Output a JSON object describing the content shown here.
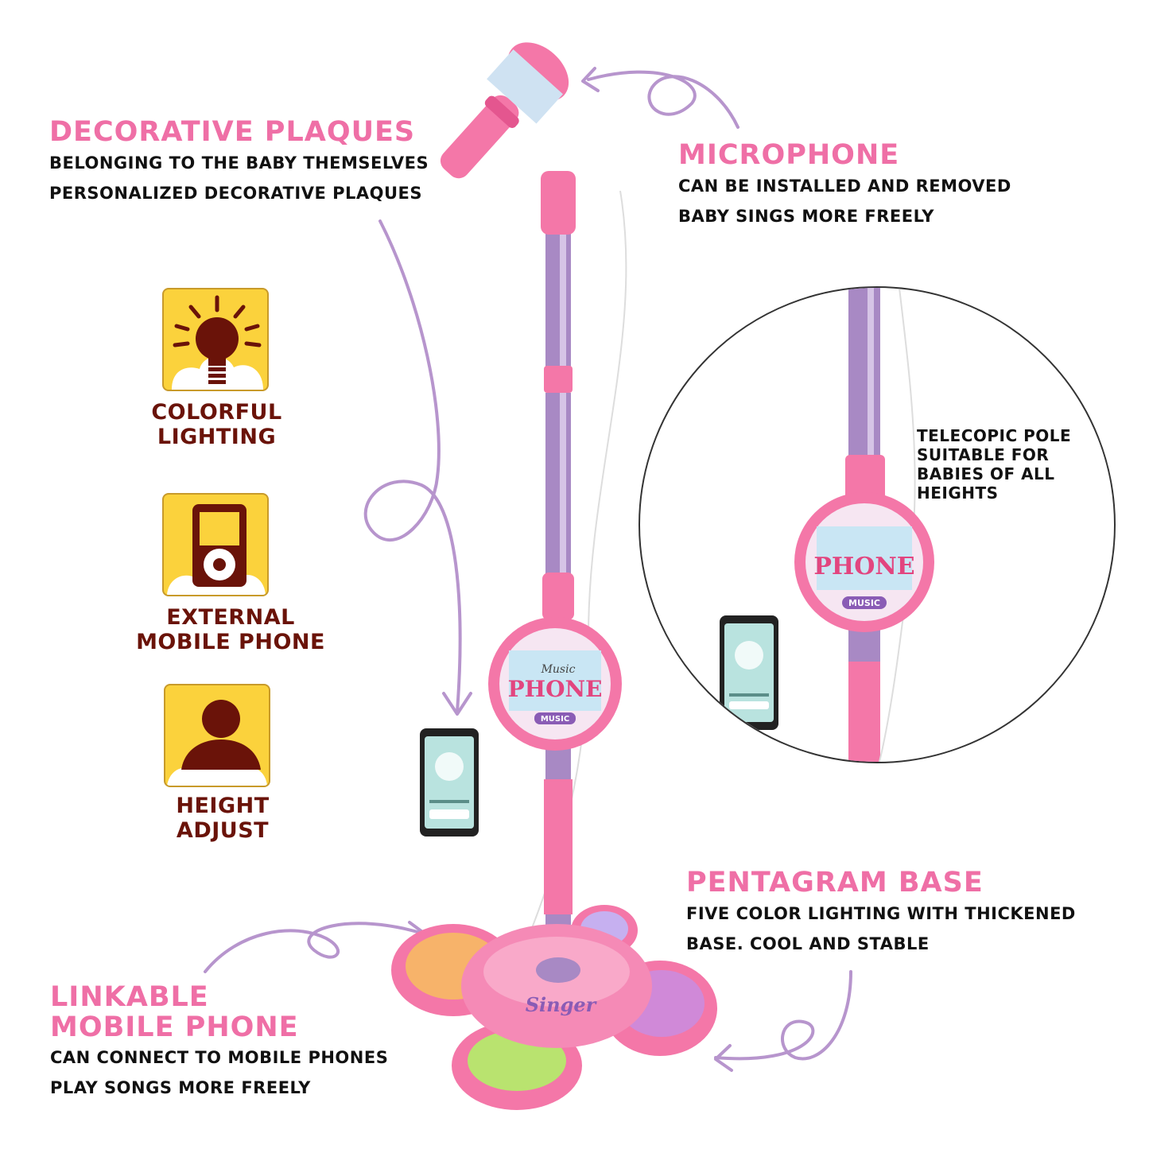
{
  "decorative_plaques": {
    "title": "DECORATIVE PLAQUES",
    "lines": [
      "BELONGING TO THE BABY THEMSELVES",
      "PERSONALIZED DECORATIVE PLAQUES"
    ]
  },
  "microphone": {
    "title": "MICROPHONE",
    "lines": [
      "CAN BE INSTALLED AND REMOVED",
      "BABY SINGS MORE FREELY"
    ]
  },
  "features": [
    {
      "icon": "lightbulb-icon",
      "label_lines": [
        "COLORFUL",
        "LIGHTING"
      ]
    },
    {
      "icon": "music-player-icon",
      "label_lines": [
        "EXTERNAL",
        "MOBILE PHONE"
      ]
    },
    {
      "icon": "person-icon",
      "label_lines": [
        "HEIGHT",
        "ADJUST"
      ]
    }
  ],
  "telescopic": {
    "lines": [
      "TELECOPIC POLE",
      "SUITABLE FOR",
      "BABIES OF ALL",
      "HEIGHTS"
    ]
  },
  "pentagram_base": {
    "title": "PENTAGRAM BASE",
    "lines": [
      "FIVE COLOR LIGHTING WITH THICKENED",
      "BASE. COOL AND STABLE"
    ]
  },
  "linkable": {
    "title_lines": [
      "LINKABLE",
      "MOBILE PHONE"
    ],
    "lines": [
      "CAN CONNECT TO MOBILE PHONES",
      "PLAY SONGS MORE FREELY"
    ]
  },
  "plaque": {
    "brand": "PHONE",
    "script": "Music",
    "button": "MUSIC"
  },
  "base_logo": "Singer",
  "colors": {
    "title_pink": "#ef6fa6",
    "label_brown": "#6a1309",
    "icon_yellow": "#fbd23c",
    "toy_pink": "#f477a8",
    "pole_purple": "#a889c4",
    "arrow_purple": "#b795cd"
  }
}
